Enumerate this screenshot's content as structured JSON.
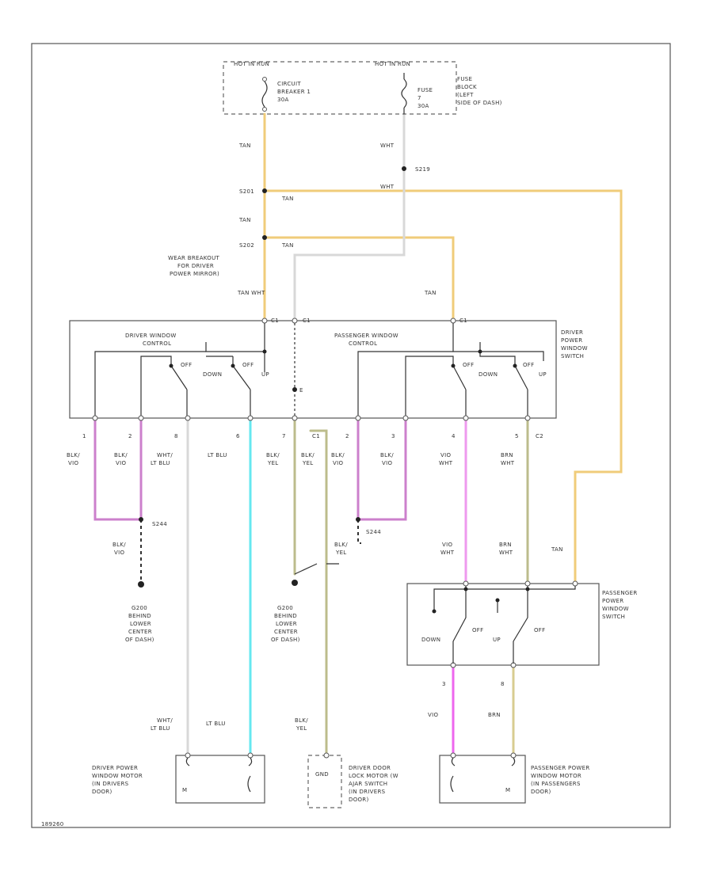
{
  "colors": {
    "tan": "#f0cc7a",
    "white": "#d8d8d8",
    "black": "#333333",
    "violet": "#cc80cc",
    "light_violet": "#ee99ee",
    "violet_bright": "#ee66ee",
    "lt_blue": "#66e8f0",
    "olive": "#bcbc8c",
    "brown": "#d8cc90",
    "frame": "#555555"
  },
  "top": {
    "hot_run_left": "HOT IN RUN",
    "hot_run_right": "HOT IN RUN",
    "cb_label": [
      "CIRCUIT",
      "BREAKER 1",
      "30A"
    ],
    "fuse_label": [
      "FUSE",
      "7",
      "30A"
    ],
    "fuse_block": [
      "FUSE",
      "BLOCK",
      "(LEFT",
      "SIDE OF DASH)"
    ],
    "wire_tan1": "TAN",
    "wire_wht1": "WHT",
    "splice_s219": "S219",
    "splice_s201": "S201",
    "wire_tan2": "TAN",
    "wire_tan3": "TAN",
    "wire_wht2": "WHT",
    "splice_s202": "S202",
    "breakout": [
      "WEAR BREAKOUT",
      "FOR DRIVER",
      "POWER MIRROR)"
    ],
    "wire_tan4": "TAN",
    "wire_tan_wht": "TAN  WHT",
    "wire_tan_right": "TAN"
  },
  "switch": {
    "driver_window": [
      "DRIVER WINDOW",
      "CONTROL"
    ],
    "passenger_window": [
      "PASSENGER WINDOW",
      "CONTROL"
    ],
    "driver_power": [
      "DRIVER",
      "POWER",
      "WINDOW",
      "SWITCH"
    ],
    "off1": "OFF",
    "down1": "DOWN",
    "off2": "OFF",
    "up1": "UP",
    "off3": "OFF",
    "down2": "DOWN",
    "off4": "OFF",
    "up2": "UP",
    "c1_a": "C1",
    "c1_b": "C1",
    "c1_c": "C1",
    "mid_label": "E"
  },
  "pins": [
    "1",
    "2",
    "8",
    "6",
    "7",
    "C1",
    "2",
    "3",
    "4",
    "5",
    "C2"
  ],
  "wires": {
    "w1": [
      "BLK/",
      "VIO"
    ],
    "w2": [
      "BLK/",
      "VIO"
    ],
    "w3": [
      "WHT/",
      "LT BLU"
    ],
    "w4": "LT BLU",
    "w5": [
      "BLK/",
      "YEL"
    ],
    "w6": [
      "BLK/",
      "YEL"
    ],
    "w7": [
      "BLK/",
      "VIO"
    ],
    "w8": [
      "BLK/",
      "VIO"
    ],
    "w9": [
      "VIO",
      "WHT"
    ],
    "w10": [
      "BRN",
      "WHT"
    ]
  },
  "grounds": {
    "s244_a": "S244",
    "s244_b": "S244",
    "blk_vio": [
      "BLK/",
      "VIO"
    ],
    "blk_yel": [
      "BLK/",
      "YEL"
    ],
    "g200_left": [
      "G200",
      "BEHIND",
      "LOWER",
      "CENTER",
      "OF DASH)"
    ],
    "g200_right": [
      "G200",
      "BEHIND",
      "LOWER",
      "CENTER",
      "OF DASH)"
    ]
  },
  "passenger_switch": {
    "vio_wht": [
      "VIO",
      "WHT"
    ],
    "brn_wht": [
      "BRN",
      "WHT"
    ],
    "tan": "TAN",
    "title": [
      "PASSENGER",
      "POWER",
      "WINDOW",
      "SWITCH"
    ],
    "down": "DOWN",
    "off1": "OFF",
    "up": "UP",
    "off2": "OFF",
    "pin_a": "3",
    "pin_b": "8",
    "wire_vio": "VIO",
    "wire_brn": "BRN"
  },
  "bottom": {
    "wht_lt_blu": [
      "WHT/",
      "LT BLU"
    ],
    "lt_blu": "LT BLU",
    "blk_yel": [
      "BLK/",
      "YEL"
    ],
    "driver_motor": [
      "DRIVER POWER",
      "WINDOW MOTOR",
      "(IN DRIVERS",
      "DOOR)"
    ],
    "door_lock": [
      "DRIVER DOOR",
      "LOCK MOTOR (W",
      "AJAR SWITCH",
      "(IN DRIVERS",
      "DOOR)"
    ],
    "gnd": "GND",
    "passenger_motor": [
      "PASSENGER POWER",
      "WINDOW MOTOR",
      "(IN PASSENGERS",
      "DOOR)"
    ],
    "figure_id": "189260"
  }
}
